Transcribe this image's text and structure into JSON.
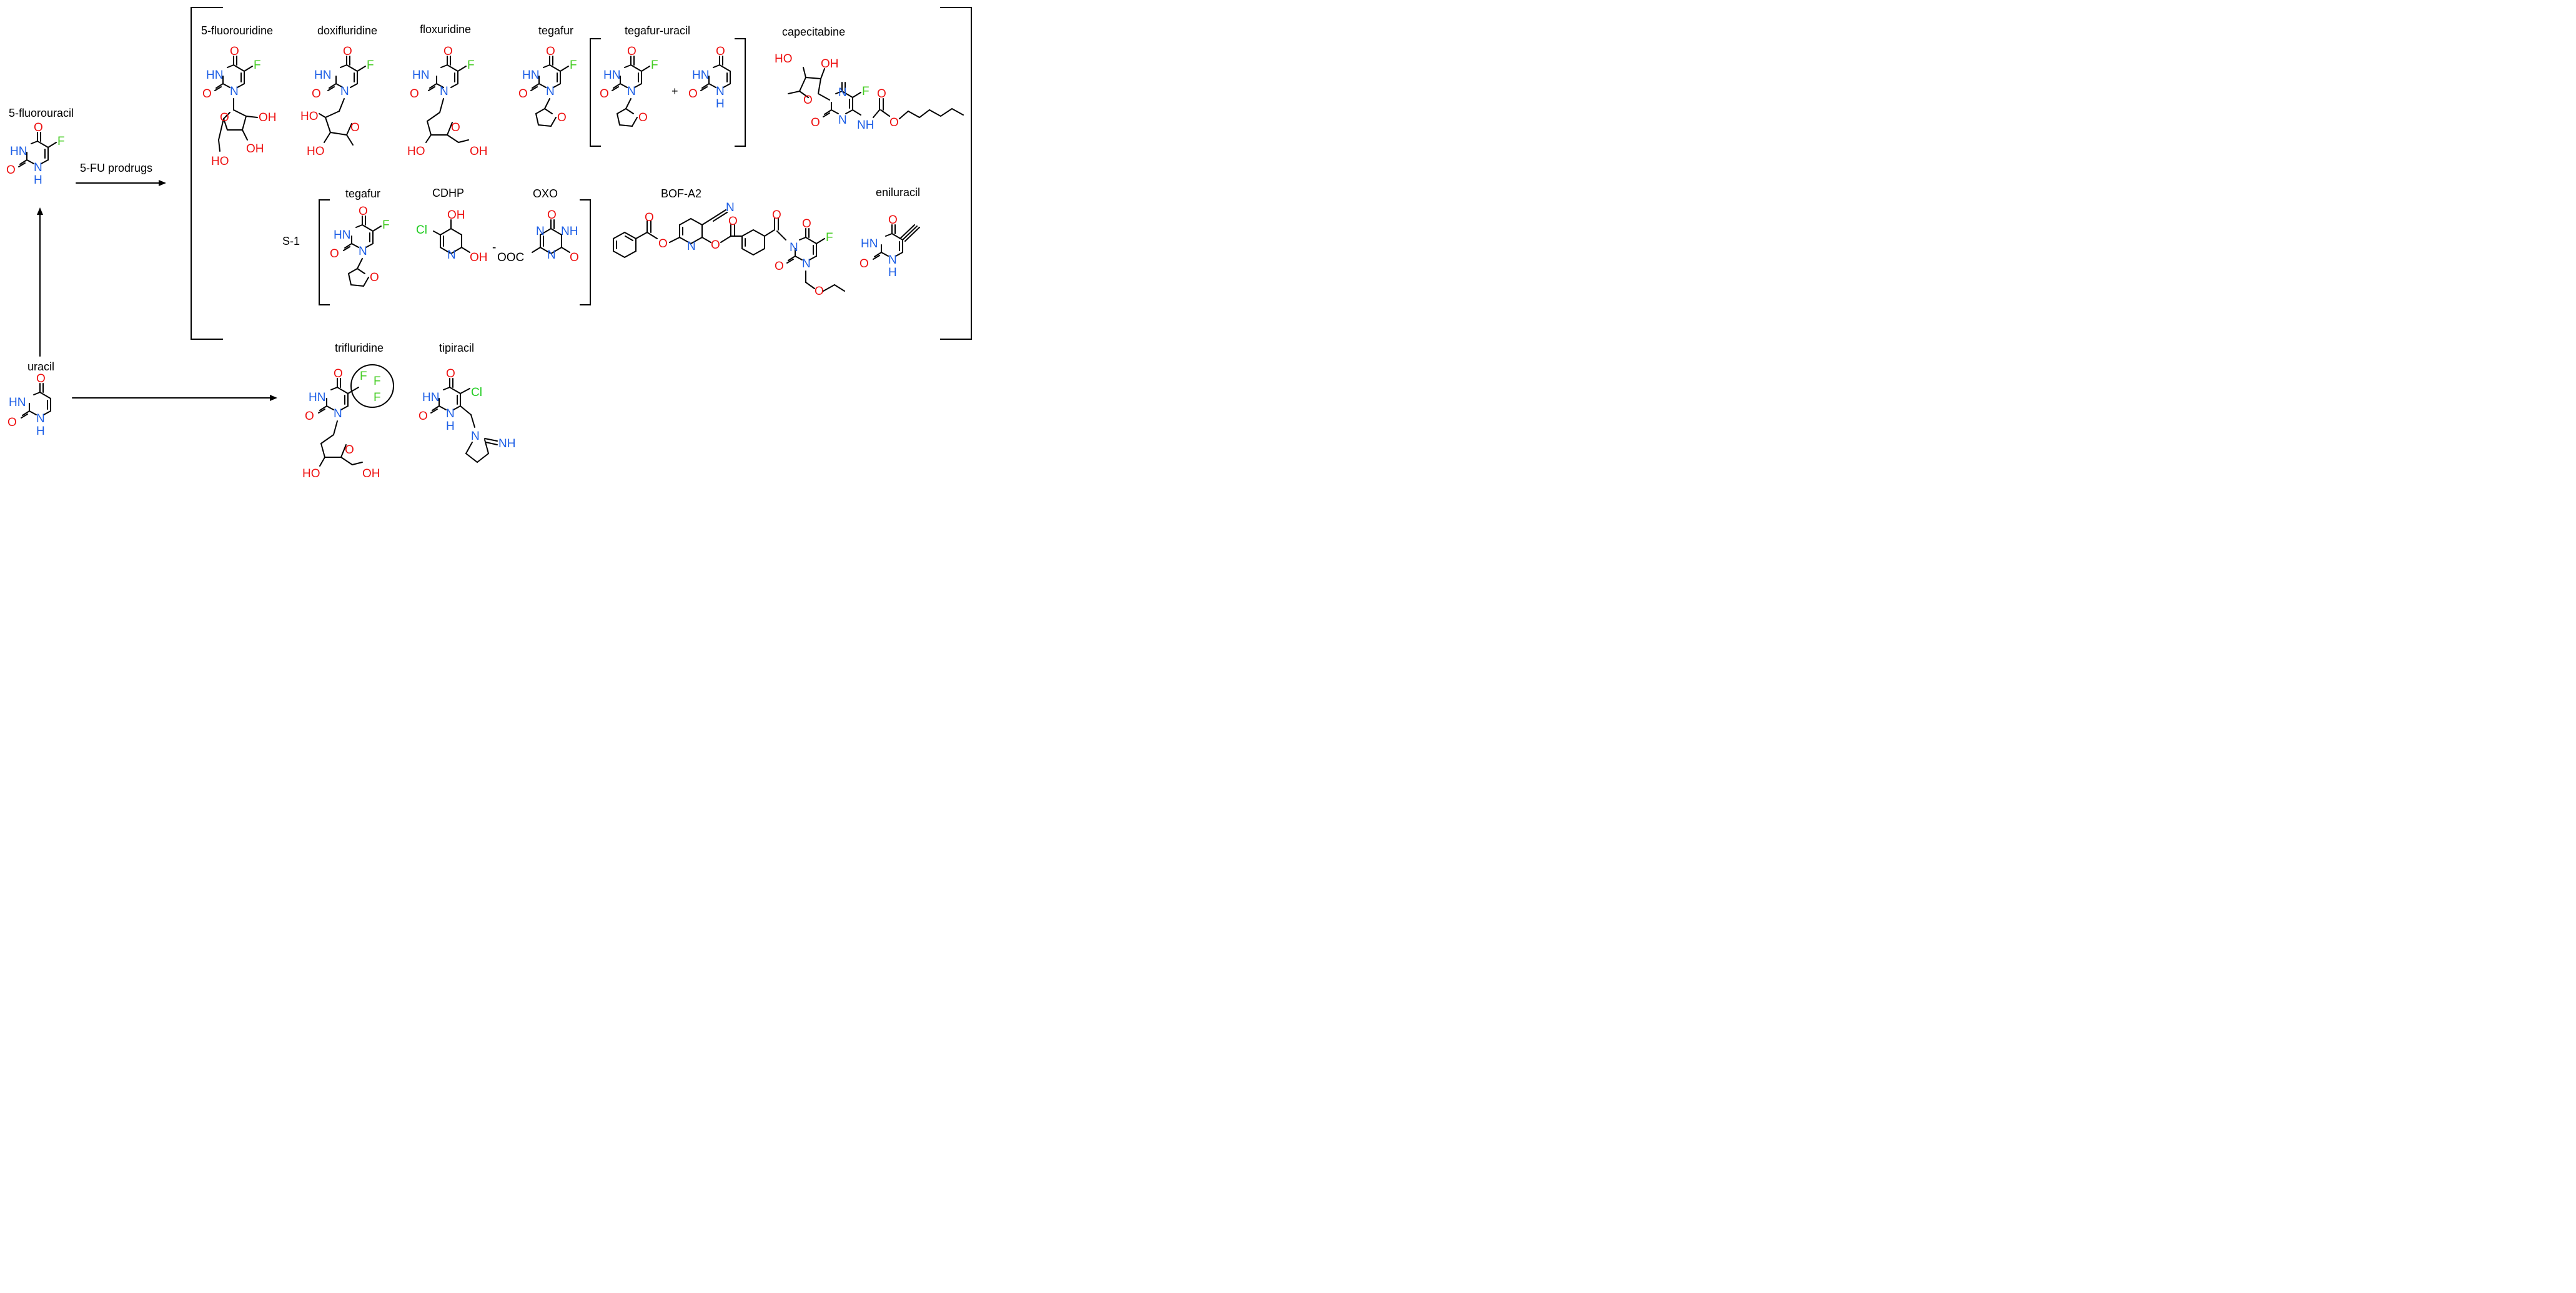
{
  "colors": {
    "bond": "#000000",
    "oxygen": "#ee1111",
    "nitrogen": "#1c5ee6",
    "fluorine": "#44cc22",
    "chlorine": "#22cc22"
  },
  "labels": {
    "fluorouracil": "5-fluorouracil",
    "prodrugs_arrow": "5-FU prodrugs",
    "uracil": "uracil",
    "fluorouridine": "5-fluorouridine",
    "doxifluridine": "doxifluridine",
    "floxuridine": "floxuridine",
    "tegafur": "tegafur",
    "tegafur_uracil": "tegafur-uracil",
    "capecitabine": "capecitabine",
    "s1": "S-1",
    "tegafur_s1": "tegafur",
    "cdhp": "CDHP",
    "oxo": "OXO",
    "bof_a2": "BOF-A2",
    "eniluracil": "eniluracil",
    "trifluridine": "trifluridine",
    "tipiracil": "tipiracil",
    "plus": "+"
  },
  "atoms": {
    "O": "O",
    "F": "F",
    "N": "N",
    "HN": "HN",
    "NH": "NH",
    "H": "H",
    "OH": "OH",
    "HO": "HO",
    "Cl": "Cl",
    "ooc": "OOC",
    "minus": "-"
  }
}
